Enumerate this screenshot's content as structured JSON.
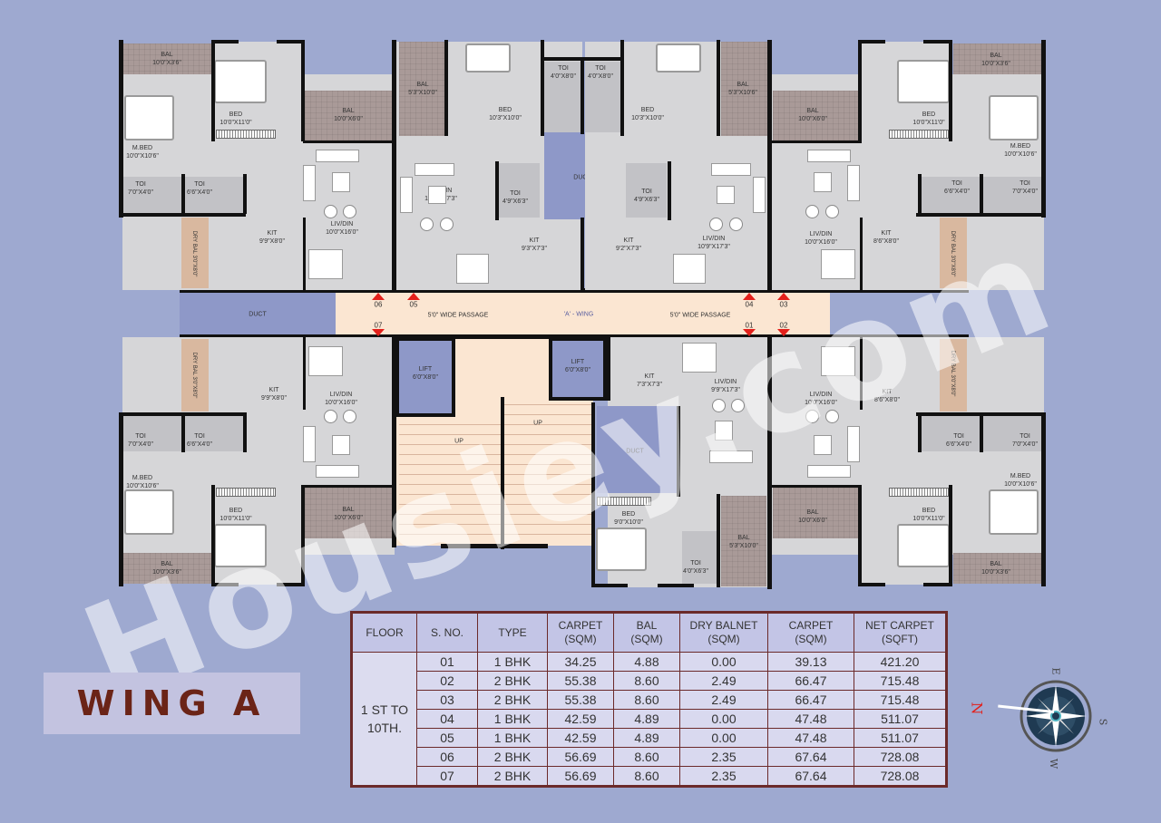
{
  "title": "WING A",
  "plan": {
    "center_label": "'A' - WING",
    "passages": [
      {
        "label": "5'0\" WIDE PASSAGE"
      },
      {
        "label": "5'0\" WIDE PASSAGE"
      }
    ],
    "duct_left": "DUCT",
    "duct_top": "DUCT",
    "duct_bottom": "DUCT",
    "stairs_up_1": "UP",
    "stairs_up_2": "UP",
    "lifts": [
      {
        "name": "LIFT",
        "dim": "6'0\"X8'0\""
      },
      {
        "name": "LIFT",
        "dim": "6'0\"X8'0\""
      }
    ],
    "flat_numbers": [
      "01",
      "02",
      "03",
      "04",
      "05",
      "06",
      "07"
    ],
    "flats": {
      "f06": {
        "bal_top": {
          "name": "BAL",
          "dim": "10'0\"X3'6\""
        },
        "bed": {
          "name": "BED",
          "dim": "10'0\"X11'0\""
        },
        "bal_side": {
          "name": "BAL",
          "dim": "10'0\"X6'0\""
        },
        "mbed": {
          "name": "M.BED",
          "dim": "10'0\"X10'6\""
        },
        "toi1": {
          "name": "TOI",
          "dim": "7'0\"X4'0\""
        },
        "toi2": {
          "name": "TOI",
          "dim": "6'6\"X4'0\""
        },
        "kit": {
          "name": "KIT",
          "dim": "9'9\"X8'0\""
        },
        "livdin": {
          "name": "LIV/DIN",
          "dim": "10'0\"X16'0\""
        },
        "drybal": {
          "name": "DRY BAL",
          "dim": "3'0\"X8'0\""
        }
      },
      "f05": {
        "bal": {
          "name": "BAL",
          "dim": "5'3\"X10'0\""
        },
        "bed": {
          "name": "BED",
          "dim": "10'3\"X10'0\""
        },
        "toi_top": {
          "name": "TOI",
          "dim": "4'0\"X8'0\""
        },
        "toi": {
          "name": "TOI",
          "dim": "4'9\"X6'3\""
        },
        "livdin": {
          "name": "LIV/DIN",
          "dim": "10'9\"X17'3\""
        },
        "kit": {
          "name": "KIT",
          "dim": "9'3\"X7'3\""
        }
      },
      "f04": {
        "bal": {
          "name": "BAL",
          "dim": "5'3\"X10'6\""
        },
        "bed": {
          "name": "BED",
          "dim": "10'3\"X10'0\""
        },
        "toi_top": {
          "name": "TOI",
          "dim": "4'0\"X8'0\""
        },
        "toi": {
          "name": "TOI",
          "dim": "4'9\"X6'3\""
        },
        "livdin": {
          "name": "LIV/DIN",
          "dim": "10'9\"X17'3\""
        },
        "kit": {
          "name": "KIT",
          "dim": "9'2\"X7'3\""
        }
      },
      "f03": {
        "bal_top": {
          "name": "BAL",
          "dim": "10'0\"X3'6\""
        },
        "bed": {
          "name": "BED",
          "dim": "10'0\"X11'0\""
        },
        "bal_side": {
          "name": "BAL",
          "dim": "10'0\"X6'0\""
        },
        "mbed": {
          "name": "M.BED",
          "dim": "10'0\"X10'6\""
        },
        "toi1": {
          "name": "TOI",
          "dim": "6'6\"X4'0\""
        },
        "toi2": {
          "name": "TOI",
          "dim": "7'0\"X4'0\""
        },
        "kit": {
          "name": "KIT",
          "dim": "8'6\"X8'0\""
        },
        "livdin": {
          "name": "LIV/DIN",
          "dim": "10'0\"X16'0\""
        },
        "drybal": {
          "name": "DRY BAL",
          "dim": "3'0\"X8'0\""
        }
      },
      "f07": {
        "drybal": {
          "name": "DRY BAL",
          "dim": "3'0\"X8'0\""
        },
        "kit": {
          "name": "KIT",
          "dim": "9'9\"X8'0\""
        },
        "livdin": {
          "name": "LIV/DIN",
          "dim": "10'0\"X16'0\""
        },
        "toi1": {
          "name": "TOI",
          "dim": "7'0\"X4'0\""
        },
        "toi2": {
          "name": "TOI",
          "dim": "6'6\"X4'0\""
        },
        "mbed": {
          "name": "M.BED",
          "dim": "10'0\"X10'6\""
        },
        "bed": {
          "name": "BED",
          "dim": "10'0\"X11'0\""
        },
        "bal_side": {
          "name": "BAL",
          "dim": "10'0\"X6'0\""
        },
        "bal_bottom": {
          "name": "BAL",
          "dim": "10'0\"X3'6\""
        }
      },
      "f01": {
        "kit": {
          "name": "KIT",
          "dim": "7'3\"X7'3\""
        },
        "livdin": {
          "name": "LIV/DIN",
          "dim": "9'9\"X17'3\""
        },
        "bed": {
          "name": "BED",
          "dim": "9'0\"X10'0\""
        },
        "toi": {
          "name": "TOI",
          "dim": "4'0\"X6'3\""
        },
        "bal": {
          "name": "BAL",
          "dim": "5'3\"X10'0\""
        }
      },
      "f02": {
        "livdin": {
          "name": "LIV/DIN",
          "dim": "10'0\"X16'0\""
        },
        "kit": {
          "name": "KIT",
          "dim": "8'6\"X8'0\""
        },
        "drybal": {
          "name": "DRY BAL",
          "dim": "3'0\"X8'0\""
        },
        "toi1": {
          "name": "TOI",
          "dim": "6'6\"X4'0\""
        },
        "toi2": {
          "name": "TOI",
          "dim": "7'0\"X4'0\""
        },
        "mbed": {
          "name": "M.BED",
          "dim": "10'0\"X10'6\""
        },
        "bed": {
          "name": "BED",
          "dim": "10'0\"X11'0\""
        },
        "bal_side": {
          "name": "BAL",
          "dim": "10'0\"X6'0\""
        },
        "bal_bottom": {
          "name": "BAL",
          "dim": "10'0\"X3'6\""
        }
      }
    }
  },
  "watermark": "Housiey.com",
  "area_table": {
    "headers": [
      "FLOOR",
      "S. NO.",
      "TYPE",
      "CARPET\n(SQM)",
      "BAL\n(SQM)",
      "DRY BALNET\n(SQM)",
      "CARPET\n(SQM)",
      "NET CARPET\n(SQFT)"
    ],
    "header_lines": [
      [
        "FLOOR"
      ],
      [
        "S. NO."
      ],
      [
        "TYPE"
      ],
      [
        "CARPET",
        "(SQM)"
      ],
      [
        "BAL",
        "(SQM)"
      ],
      [
        "DRY BALNET",
        "(SQM)"
      ],
      [
        "CARPET",
        "(SQM)"
      ],
      [
        "NET CARPET",
        "(SQFT)"
      ]
    ],
    "floor_label_line1": "1 ST TO",
    "floor_label_line2": "10TH.",
    "rows": [
      [
        "01",
        "1 BHK",
        "34.25",
        "4.88",
        "0.00",
        "39.13",
        "421.20"
      ],
      [
        "02",
        "2 BHK",
        "55.38",
        "8.60",
        "2.49",
        "66.47",
        "715.48"
      ],
      [
        "03",
        "2 BHK",
        "55.38",
        "8.60",
        "2.49",
        "66.47",
        "715.48"
      ],
      [
        "04",
        "1 BHK",
        "42.59",
        "4.89",
        "0.00",
        "47.48",
        "511.07"
      ],
      [
        "05",
        "1 BHK",
        "42.59",
        "4.89",
        "0.00",
        "47.48",
        "511.07"
      ],
      [
        "06",
        "2 BHK",
        "56.69",
        "8.60",
        "2.35",
        "67.64",
        "728.08"
      ],
      [
        "07",
        "2 BHK",
        "56.69",
        "8.60",
        "2.35",
        "67.64",
        "728.08"
      ]
    ]
  },
  "compass": {
    "n": "N",
    "e": "E",
    "s": "S",
    "w": "W"
  },
  "colors": {
    "background": "#9ea9d0",
    "wing_text": "#6b2417",
    "arrow": "#e3201b",
    "table_border": "#6b2a2a",
    "passage": "#fbe6d2"
  }
}
